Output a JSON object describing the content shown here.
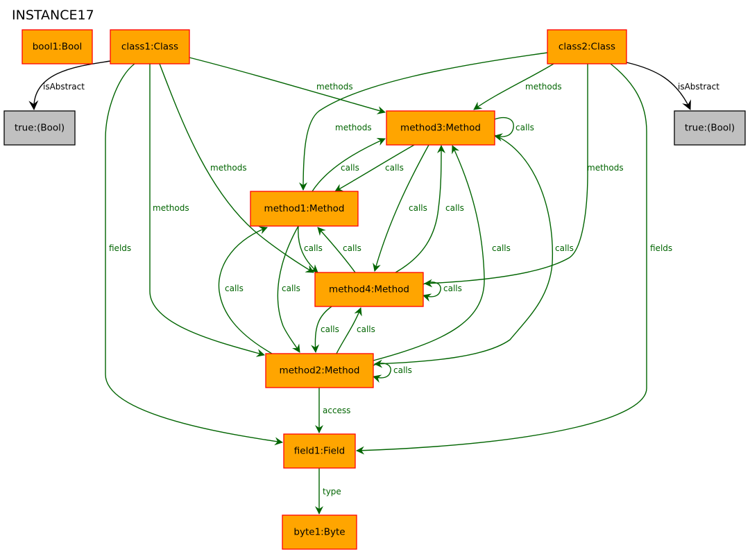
{
  "title": "INSTANCE17",
  "colors": {
    "node_fill": "#FFA500",
    "node_stroke": "#FF0000",
    "value_fill": "#C0C0C0",
    "value_stroke": "#000000",
    "edge_green": "#006400",
    "edge_black": "#000000"
  },
  "nodes": [
    {
      "id": "bool1",
      "label": "bool1:Bool",
      "kind": "object"
    },
    {
      "id": "class1",
      "label": "class1:Class",
      "kind": "object"
    },
    {
      "id": "class2",
      "label": "class2:Class",
      "kind": "object"
    },
    {
      "id": "true1",
      "label": "true:(Bool)",
      "kind": "value"
    },
    {
      "id": "true2",
      "label": "true:(Bool)",
      "kind": "value"
    },
    {
      "id": "method3",
      "label": "method3:Method",
      "kind": "object"
    },
    {
      "id": "method1",
      "label": "method1:Method",
      "kind": "object"
    },
    {
      "id": "method4",
      "label": "method4:Method",
      "kind": "object"
    },
    {
      "id": "method2",
      "label": "method2:Method",
      "kind": "object"
    },
    {
      "id": "field1",
      "label": "field1:Field",
      "kind": "object"
    },
    {
      "id": "byte1",
      "label": "byte1:Byte",
      "kind": "object"
    }
  ],
  "edges": [
    {
      "id": "e1",
      "from": "class1",
      "to": "true1",
      "label": "isAbstract",
      "color": "black"
    },
    {
      "id": "e2",
      "from": "class2",
      "to": "true2",
      "label": "isAbstract",
      "color": "black"
    },
    {
      "id": "e3",
      "from": "class1",
      "to": "method3",
      "label": "methods",
      "color": "green"
    },
    {
      "id": "e4",
      "from": "class1",
      "to": "method4",
      "label": "methods",
      "color": "green"
    },
    {
      "id": "e5",
      "from": "class1",
      "to": "method2",
      "label": "methods",
      "color": "green"
    },
    {
      "id": "e6",
      "from": "class1",
      "to": "field1",
      "label": "fields",
      "color": "green"
    },
    {
      "id": "e7",
      "from": "class2",
      "to": "method3",
      "label": "methods",
      "color": "green"
    },
    {
      "id": "e8",
      "from": "class2",
      "to": "method1",
      "label": "methods",
      "color": "green"
    },
    {
      "id": "e9",
      "from": "class2",
      "to": "method4",
      "label": "methods",
      "color": "green"
    },
    {
      "id": "e10",
      "from": "class2",
      "to": "field1",
      "label": "fields",
      "color": "green"
    },
    {
      "id": "e11",
      "from": "method3",
      "to": "method3",
      "label": "calls",
      "color": "green"
    },
    {
      "id": "e12",
      "from": "method1",
      "to": "method3",
      "label": "calls",
      "color": "green"
    },
    {
      "id": "e13",
      "from": "method3",
      "to": "method1",
      "label": "calls",
      "color": "green"
    },
    {
      "id": "e14",
      "from": "method3",
      "to": "method4",
      "label": "calls",
      "color": "green"
    },
    {
      "id": "e15",
      "from": "method4",
      "to": "method3",
      "label": "calls",
      "color": "green"
    },
    {
      "id": "e16",
      "from": "method2",
      "to": "method3",
      "label": "calls",
      "color": "green"
    },
    {
      "id": "e17",
      "from": "method3",
      "to": "method2",
      "label": "calls",
      "color": "green"
    },
    {
      "id": "e18",
      "from": "method1",
      "to": "method4",
      "label": "calls",
      "color": "green"
    },
    {
      "id": "e19",
      "from": "method4",
      "to": "method1",
      "label": "calls",
      "color": "green"
    },
    {
      "id": "e20",
      "from": "method2",
      "to": "method1",
      "label": "calls",
      "color": "green"
    },
    {
      "id": "e21",
      "from": "method1",
      "to": "method2",
      "label": "calls",
      "color": "green"
    },
    {
      "id": "e22",
      "from": "method4",
      "to": "method4",
      "label": "calls",
      "color": "green"
    },
    {
      "id": "e23",
      "from": "method4",
      "to": "method2",
      "label": "calls",
      "color": "green"
    },
    {
      "id": "e24",
      "from": "method2",
      "to": "method4",
      "label": "calls",
      "color": "green"
    },
    {
      "id": "e25",
      "from": "method2",
      "to": "method2",
      "label": "calls",
      "color": "green"
    },
    {
      "id": "e26",
      "from": "method2",
      "to": "field1",
      "label": "access",
      "color": "green"
    },
    {
      "id": "e27",
      "from": "field1",
      "to": "byte1",
      "label": "type",
      "color": "green"
    }
  ]
}
